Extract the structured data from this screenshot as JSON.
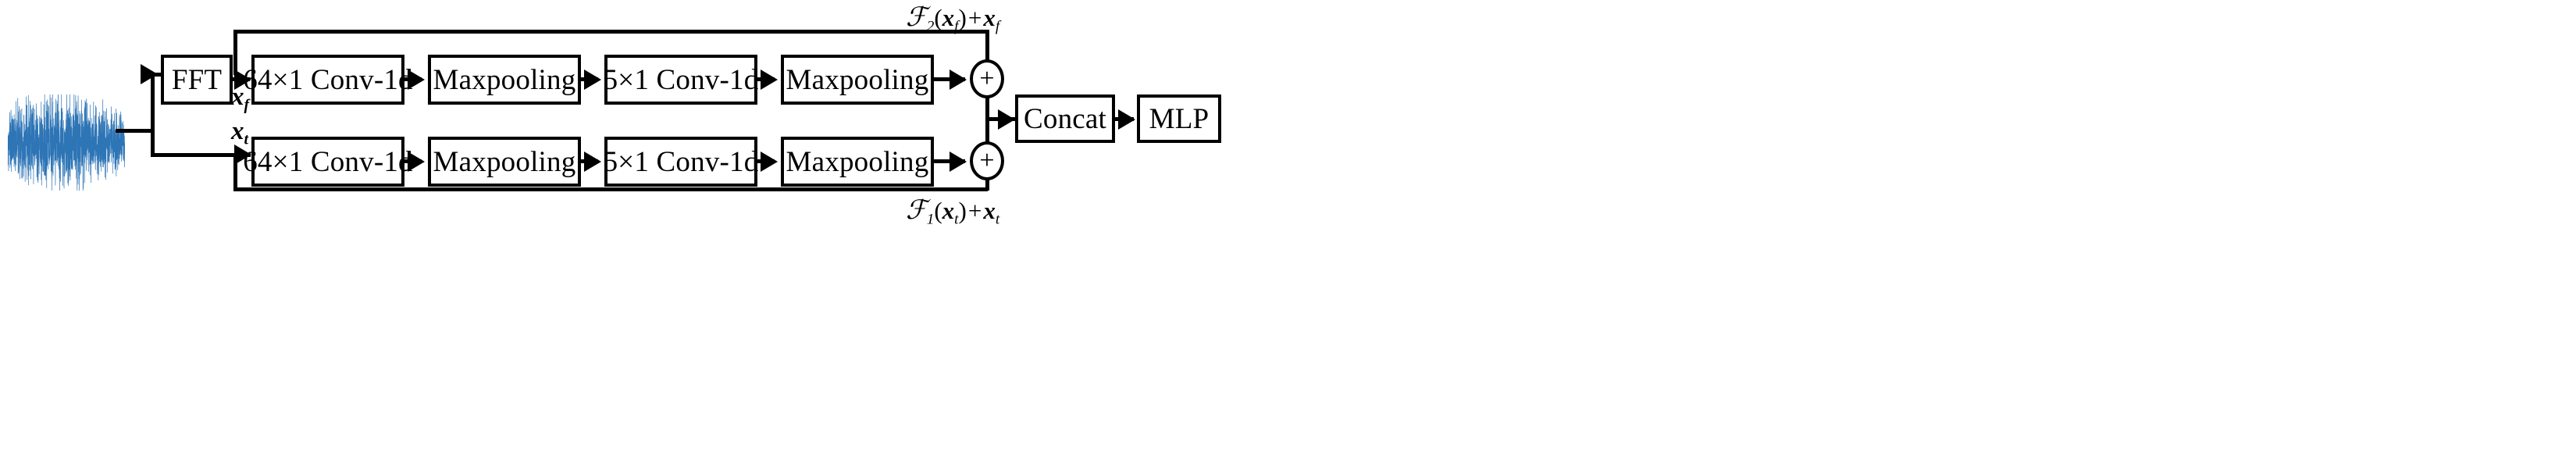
{
  "diagram": {
    "title": "Dual-branch time-frequency CNN with residual connections",
    "accent_color": "#2e75b6",
    "line_color": "#000000",
    "input": {
      "name": "vibration-signal-waveform",
      "type": "noisy-time-series",
      "color": "#2e75b6"
    },
    "blocks": {
      "fft": "FFT",
      "conv64_top": "64×1 Conv-1d",
      "pool1_top": "Maxpooling",
      "conv5_top": "5×1 Conv-1d",
      "pool2_top": "Maxpooling",
      "conv64_bottom": "64×1 Conv-1d",
      "pool1_bottom": "Maxpooling",
      "conv5_bottom": "5×1 Conv-1d",
      "pool2_bottom": "Maxpooling",
      "concat": "Concat",
      "mlp": "MLP"
    },
    "sum_nodes": {
      "top": "+",
      "bottom": "+"
    },
    "variables": {
      "x_f": {
        "base": "x",
        "sub": "f"
      },
      "x_t": {
        "base": "x",
        "sub": "t"
      }
    },
    "annotations": {
      "top_residual": {
        "func": "ℱ",
        "func_sub": "2",
        "open": "(",
        "arg_base": "x",
        "arg_sub": "f",
        "close": ")",
        "op": "+",
        "term_base": "x",
        "term_sub": "f",
        "plain": "ℱ2(xf) + xf"
      },
      "bottom_residual": {
        "func": "ℱ",
        "func_sub": "1",
        "open": "(",
        "arg_base": "x",
        "arg_sub": "t",
        "close": ")",
        "op": "+",
        "term_base": "x",
        "term_sub": "t",
        "plain": "ℱ1(xt) + xt"
      }
    }
  }
}
